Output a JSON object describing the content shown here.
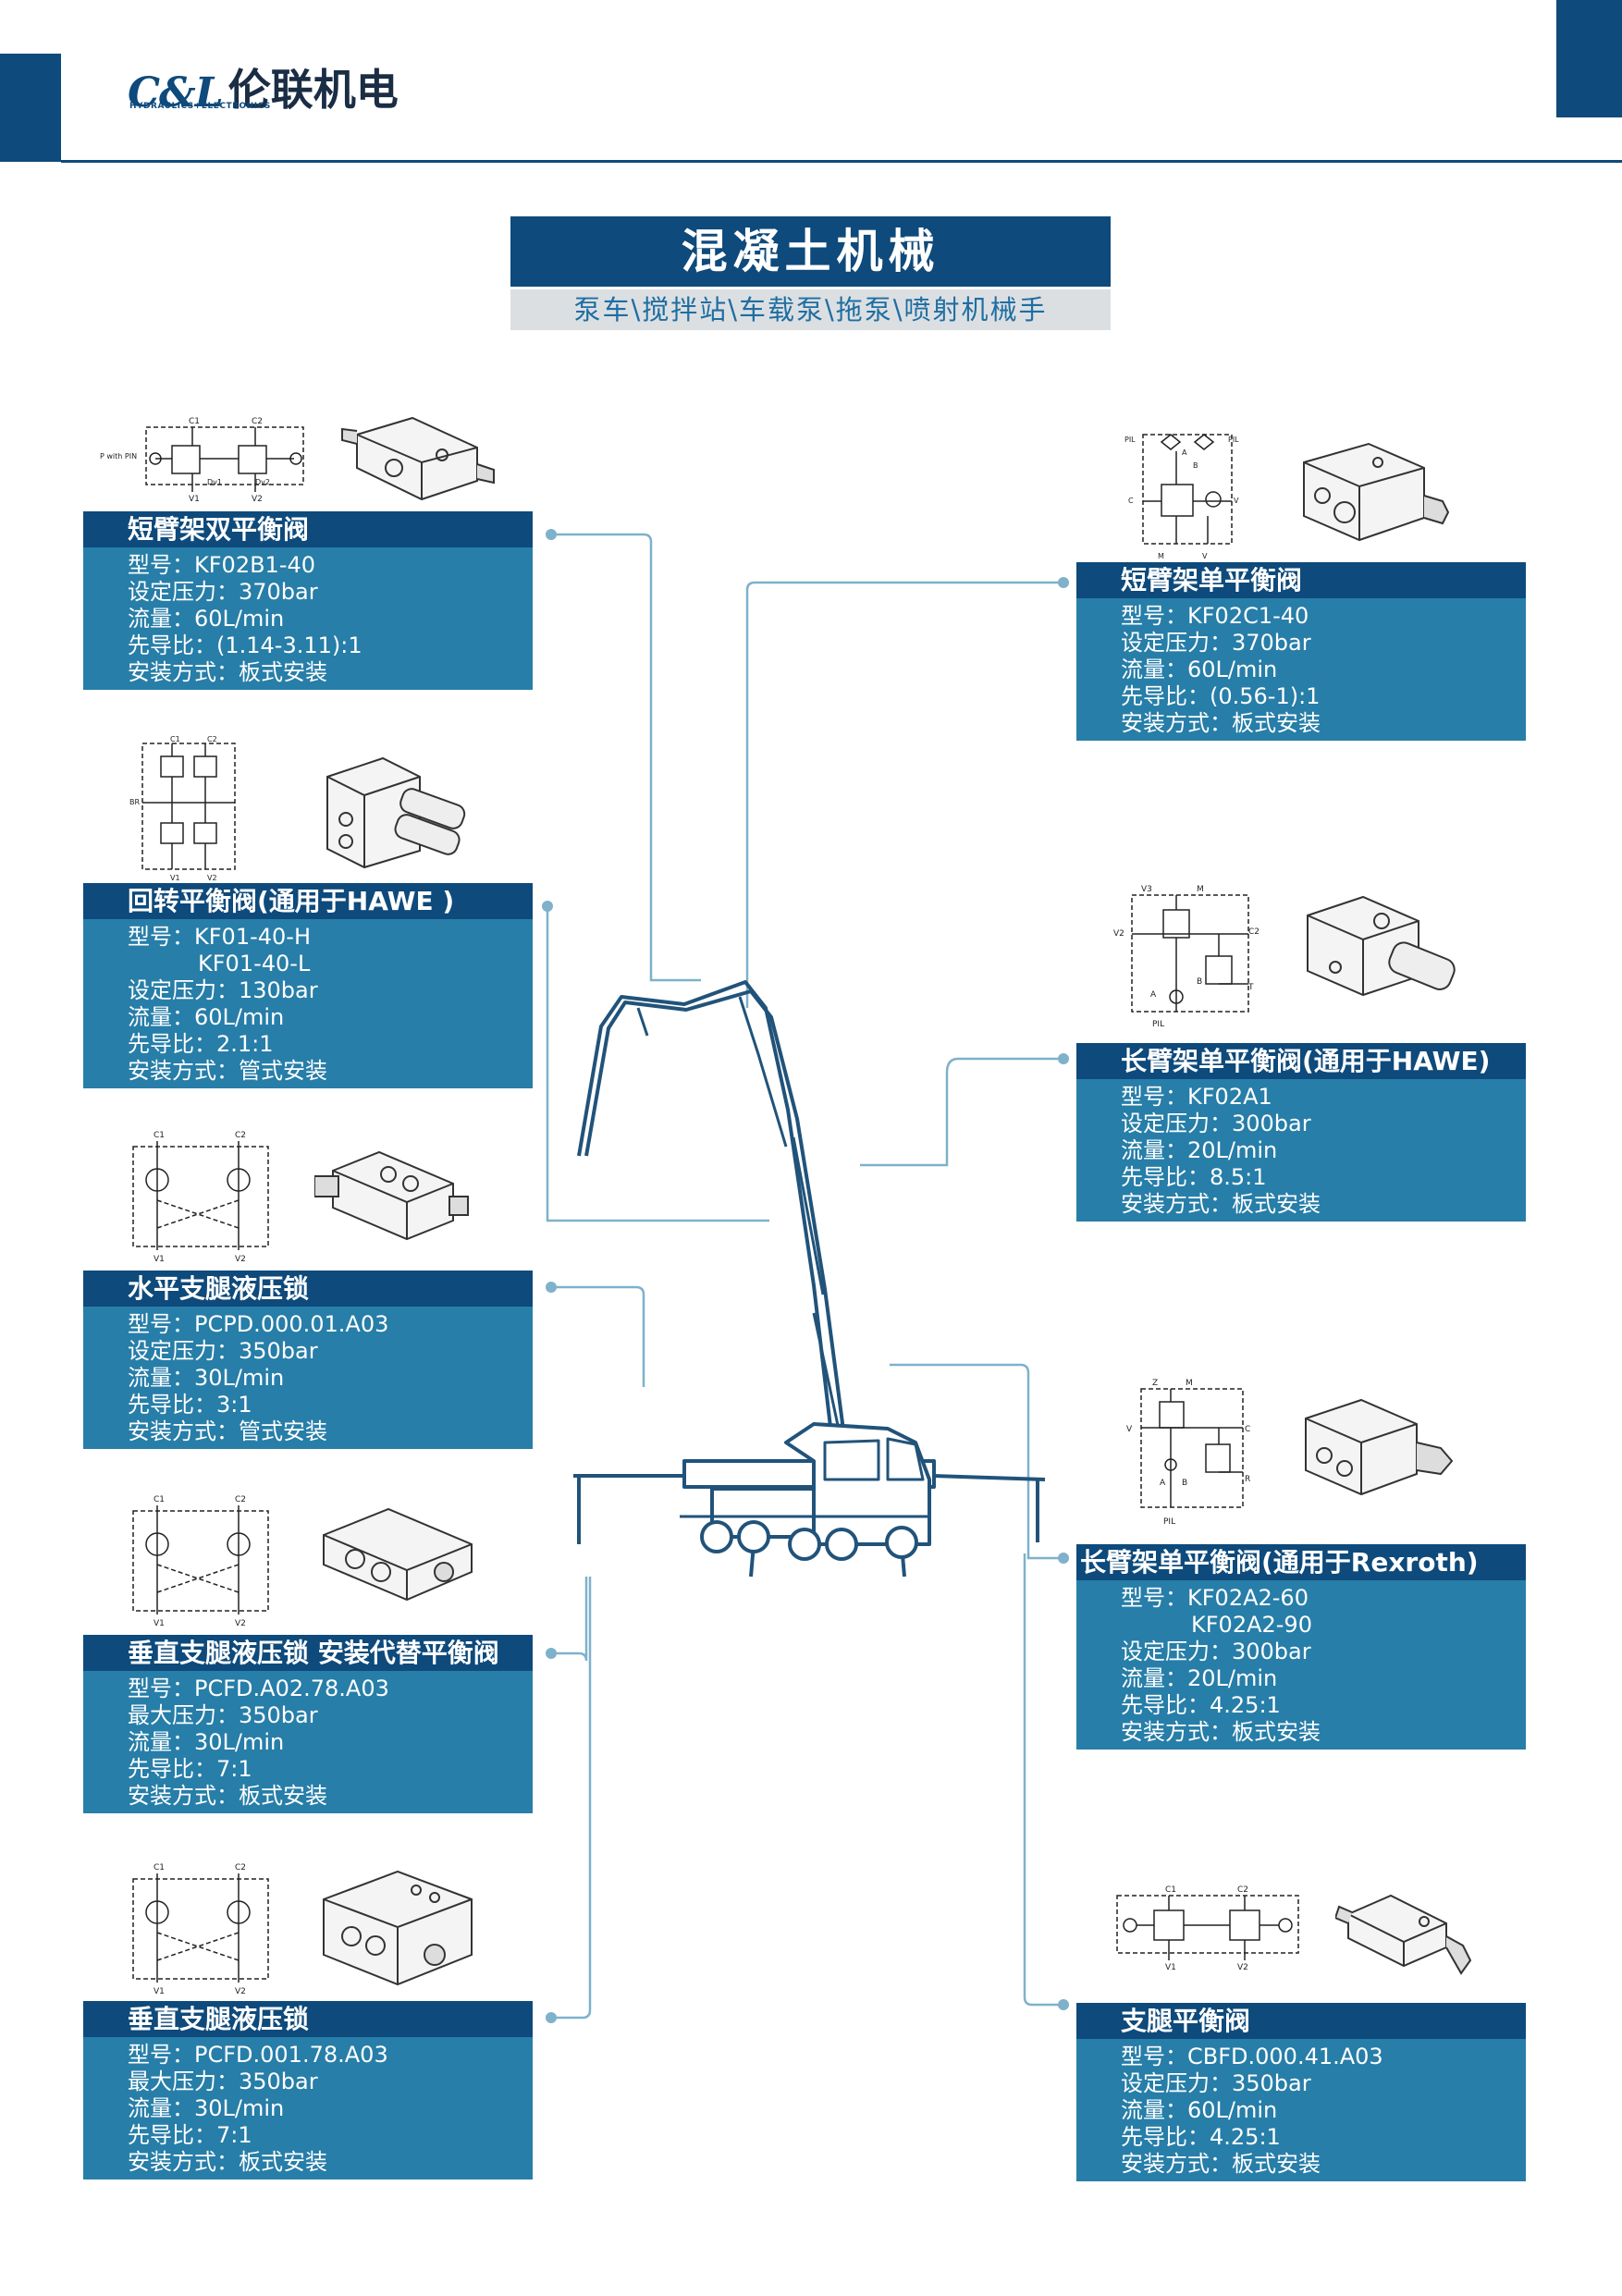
{
  "header": {
    "logo_mark": "C&L",
    "logo_sub": "HYDRAULICS+ELECTRONICS",
    "logo_cn": "伦联机电"
  },
  "title": "混凝土机械",
  "subtitle": "泵车\\搅拌站\\车载泵\\拖泵\\喷射机械手",
  "colors": {
    "navy": "#0e4a7b",
    "teal": "#277ea8",
    "line": "#7fb1ca",
    "subtitle_text": "#1e6ea2"
  },
  "left_cards": [
    {
      "title": "短臂架双平衡阀",
      "model": "KF02B1-40",
      "setting_pressure": "370bar",
      "flow": "60L/min",
      "pilot_ratio": "(1.14-3.11):1",
      "mounting": "板式安装"
    },
    {
      "title": "回转平衡阀(通用于HAWE )",
      "model": "KF01-40-H",
      "model2": "KF01-40-L",
      "setting_pressure": "130bar",
      "flow": "60L/min",
      "pilot_ratio": "2.1:1",
      "mounting": "管式安装"
    },
    {
      "title": "水平支腿液压锁",
      "model": "PCPD.000.01.A03",
      "setting_pressure": "350bar",
      "flow": "30L/min",
      "pilot_ratio": "3:1",
      "mounting": "管式安装"
    },
    {
      "title": "垂直支腿液压锁 安装代替平衡阀",
      "model": "PCFD.A02.78.A03",
      "max_pressure": "350bar",
      "flow": "30L/min",
      "pilot_ratio": "7:1",
      "mounting": "板式安装"
    },
    {
      "title": "垂直支腿液压锁",
      "model": "PCFD.001.78.A03",
      "max_pressure": "350bar",
      "flow": "30L/min",
      "pilot_ratio": "7:1",
      "mounting": "板式安装"
    }
  ],
  "right_cards": [
    {
      "title": "短臂架单平衡阀",
      "model": "KF02C1-40",
      "setting_pressure": "370bar",
      "flow": "60L/min",
      "pilot_ratio": "(0.56-1):1",
      "mounting": "板式安装"
    },
    {
      "title": "长臂架单平衡阀(通用于HAWE)",
      "model": "KF02A1",
      "setting_pressure": "300bar",
      "flow": "20L/min",
      "pilot_ratio": "8.5:1",
      "mounting": "板式安装"
    },
    {
      "title": "长臂架单平衡阀(通用于Rexroth)",
      "model": "KF02A2-60",
      "model2": "KF02A2-90",
      "setting_pressure": "300bar",
      "flow": "20L/min",
      "pilot_ratio": "4.25:1",
      "mounting": "板式安装"
    },
    {
      "title": "支腿平衡阀",
      "model": "CBFD.000.41.A03",
      "setting_pressure": "350bar",
      "flow": "60L/min",
      "pilot_ratio": "4.25:1",
      "mounting": "板式安装"
    }
  ],
  "labels": {
    "model": "型号：",
    "setting_pressure": "设定压力：",
    "max_pressure": "最大压力：",
    "flow": "流量：",
    "pilot_ratio": "先导比：",
    "mounting": "安装方式："
  },
  "schematic_labels": {
    "c1": "C1",
    "c2": "C2",
    "v1": "V1",
    "v2": "V2",
    "v3": "V3",
    "p_with_pin": "P with PIN",
    "dv1": "Dv1",
    "dv2": "Dv2",
    "pil": "PIL",
    "c": "C",
    "v": "V",
    "m": "M",
    "a": "A",
    "b": "B",
    "t": "T",
    "z": "Z",
    "r": "R",
    "br": "BR"
  }
}
